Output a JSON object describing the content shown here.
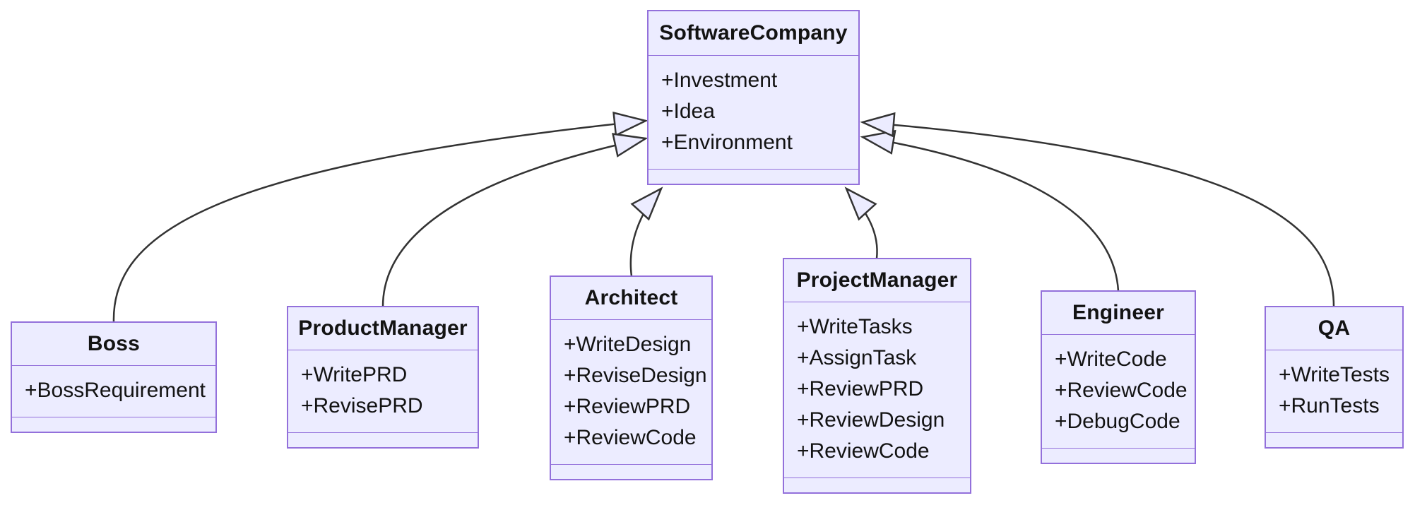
{
  "diagram": {
    "type": "uml-class-diagram",
    "colors": {
      "node_fill": "#ECECFF",
      "node_border": "#9370DB",
      "edge": "#333333",
      "text": "#131313",
      "background": "#ffffff"
    },
    "classes": [
      {
        "id": "softwarecompany",
        "name": "SoftwareCompany",
        "attributes": [
          "+Investment",
          "+Idea",
          "+Environment"
        ],
        "methods": []
      },
      {
        "id": "boss",
        "name": "Boss",
        "attributes": [
          "+BossRequirement"
        ],
        "methods": []
      },
      {
        "id": "productmanager",
        "name": "ProductManager",
        "attributes": [
          "+WritePRD",
          "+RevisePRD"
        ],
        "methods": []
      },
      {
        "id": "architect",
        "name": "Architect",
        "attributes": [
          "+WriteDesign",
          "+ReviseDesign",
          "+ReviewPRD",
          "+ReviewCode"
        ],
        "methods": []
      },
      {
        "id": "projectmanager",
        "name": "ProjectManager",
        "attributes": [
          "+WriteTasks",
          "+AssignTask",
          "+ReviewPRD",
          "+ReviewDesign",
          "+ReviewCode"
        ],
        "methods": []
      },
      {
        "id": "engineer",
        "name": "Engineer",
        "attributes": [
          "+WriteCode",
          "+ReviewCode",
          "+DebugCode"
        ],
        "methods": []
      },
      {
        "id": "qa",
        "name": "QA",
        "attributes": [
          "+WriteTests",
          "+RunTests"
        ],
        "methods": []
      }
    ],
    "relationships": [
      {
        "from": "Boss",
        "to": "SoftwareCompany",
        "type": "inheritance"
      },
      {
        "from": "ProductManager",
        "to": "SoftwareCompany",
        "type": "inheritance"
      },
      {
        "from": "Architect",
        "to": "SoftwareCompany",
        "type": "inheritance"
      },
      {
        "from": "ProjectManager",
        "to": "SoftwareCompany",
        "type": "inheritance"
      },
      {
        "from": "Engineer",
        "to": "SoftwareCompany",
        "type": "inheritance"
      },
      {
        "from": "QA",
        "to": "SoftwareCompany",
        "type": "inheritance"
      }
    ]
  }
}
